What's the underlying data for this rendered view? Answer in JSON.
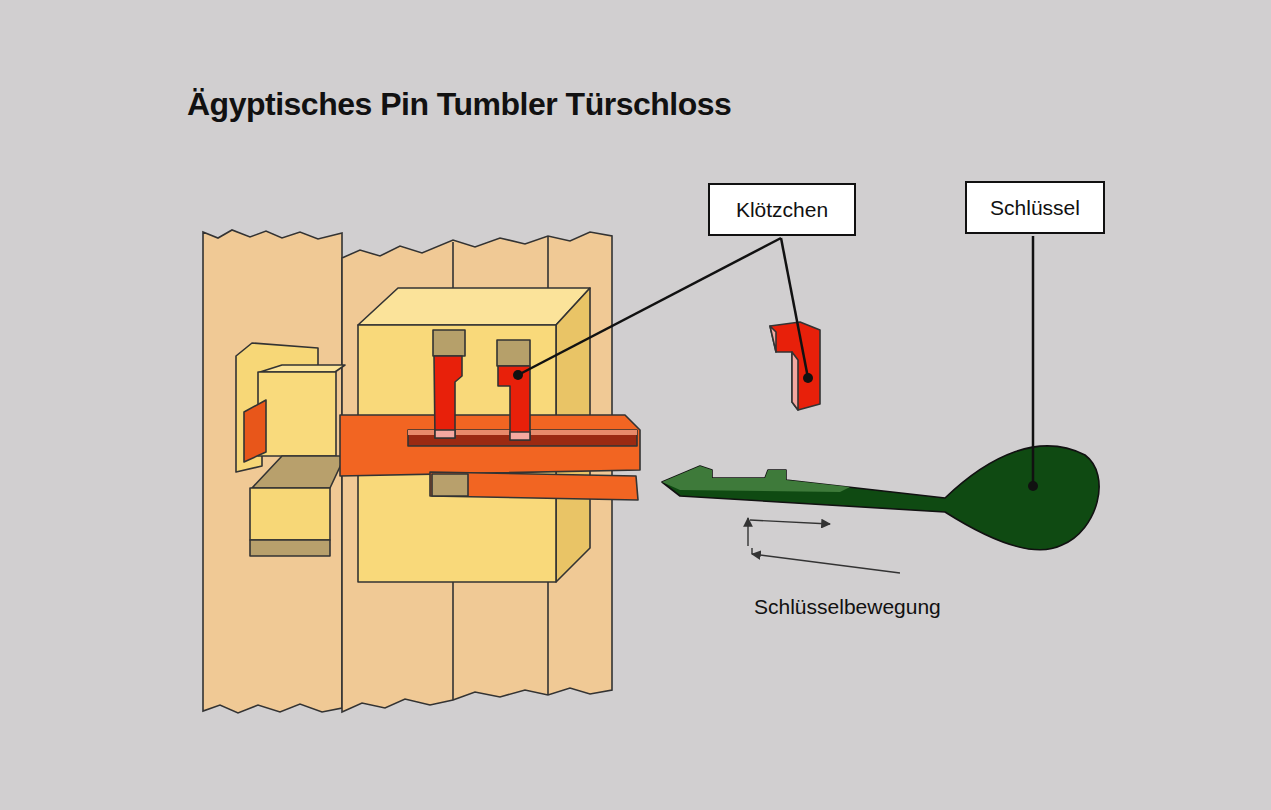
{
  "diagram": {
    "title": "Ägyptisches Pin Tumbler Türschloss",
    "nodes": [
      {
        "text": [
          "Klötzchen"
        ]
      },
      {
        "text": [
          "Schlüssel"
        ]
      }
    ],
    "labels": [
      "Schlüsselbewegung"
    ]
  }
}
